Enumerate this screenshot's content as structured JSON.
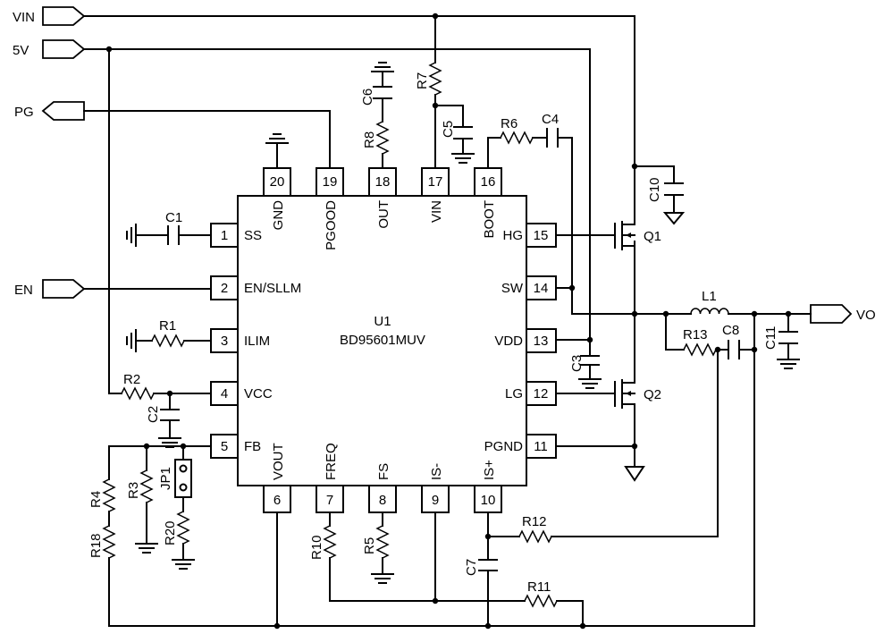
{
  "chip": {
    "ref": "U1",
    "part": "BD95601MUV",
    "pins_left": [
      {
        "num": "1",
        "name": "SS"
      },
      {
        "num": "2",
        "name": "EN/SLLM"
      },
      {
        "num": "3",
        "name": "ILIM"
      },
      {
        "num": "4",
        "name": "VCC"
      },
      {
        "num": "5",
        "name": "FB"
      }
    ],
    "pins_right": [
      {
        "num": "15",
        "name": "HG"
      },
      {
        "num": "14",
        "name": "SW"
      },
      {
        "num": "13",
        "name": "VDD"
      },
      {
        "num": "12",
        "name": "LG"
      },
      {
        "num": "11",
        "name": "PGND"
      }
    ],
    "pins_top": [
      {
        "num": "20",
        "name": "GND"
      },
      {
        "num": "19",
        "name": "PGOOD"
      },
      {
        "num": "18",
        "name": "OUT"
      },
      {
        "num": "17",
        "name": "VIN"
      },
      {
        "num": "16",
        "name": "BOOT"
      }
    ],
    "pins_bottom": [
      {
        "num": "6",
        "name": "VOUT"
      },
      {
        "num": "7",
        "name": "FREQ"
      },
      {
        "num": "8",
        "name": "FS"
      },
      {
        "num": "9",
        "name": "IS-"
      },
      {
        "num": "10",
        "name": "IS+"
      }
    ]
  },
  "ports": {
    "vin": "VIN",
    "v5": "5V",
    "pg": "PG",
    "en": "EN",
    "vo": "VO"
  },
  "components": {
    "c1": "C1",
    "c2": "C2",
    "c3": "C3",
    "c4": "C4",
    "c5": "C5",
    "c6": "C6",
    "c7": "C7",
    "c8": "C8",
    "c10": "C10",
    "c11": "C11",
    "r1": "R1",
    "r2": "R2",
    "r3": "R3",
    "r4": "R4",
    "r5": "R5",
    "r6": "R6",
    "r7": "R7",
    "r8": "R8",
    "r10": "R10",
    "r11": "R11",
    "r12": "R12",
    "r13": "R13",
    "r18": "R18",
    "r20": "R20",
    "l1": "L1",
    "q1": "Q1",
    "q2": "Q2",
    "jp1": "JP1"
  }
}
